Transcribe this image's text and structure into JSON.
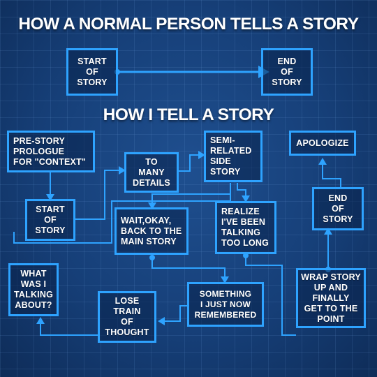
{
  "titles": {
    "normal": "HOW A NORMAL PERSON TELLS A STORY",
    "mine": "HOW I TELL A STORY"
  },
  "normal_flow": {
    "start": "START\nOF\nSTORY",
    "end": "END\nOF\nSTORY"
  },
  "my_flow": {
    "prologue": "PRE-STORY\nPROLOGUE\nFOR \"CONTEXT\"",
    "start": "START\nOF\nSTORY",
    "details": "TO\nMANY\nDETAILS",
    "semi_related": "SEMI-\nRELATED\nSIDE\nSTORY",
    "wait_okay": "WAIT,OKAY,\nBACK TO THE\nMAIN STORY",
    "realize": "REALIZE\nI'VE BEEN\nTALKING\nTOO LONG",
    "apologize": "APOLOGIZE",
    "end": "END\nOF\nSTORY",
    "what_was": "WHAT\nWAS I\nTALKING\nABOUT?",
    "lose_train": "LOSE\nTRAIN\nOF\nTHOUGHT",
    "something": "SOMETHING\nI JUST NOW\nREMEMBERED",
    "wrap_up": "WRAP STORY\nUP AND\nFINALLY\nGET TO THE\nPOINT"
  },
  "colors": {
    "background": "#163f78",
    "accent": "#2ea3ff",
    "text": "#ffffff"
  }
}
